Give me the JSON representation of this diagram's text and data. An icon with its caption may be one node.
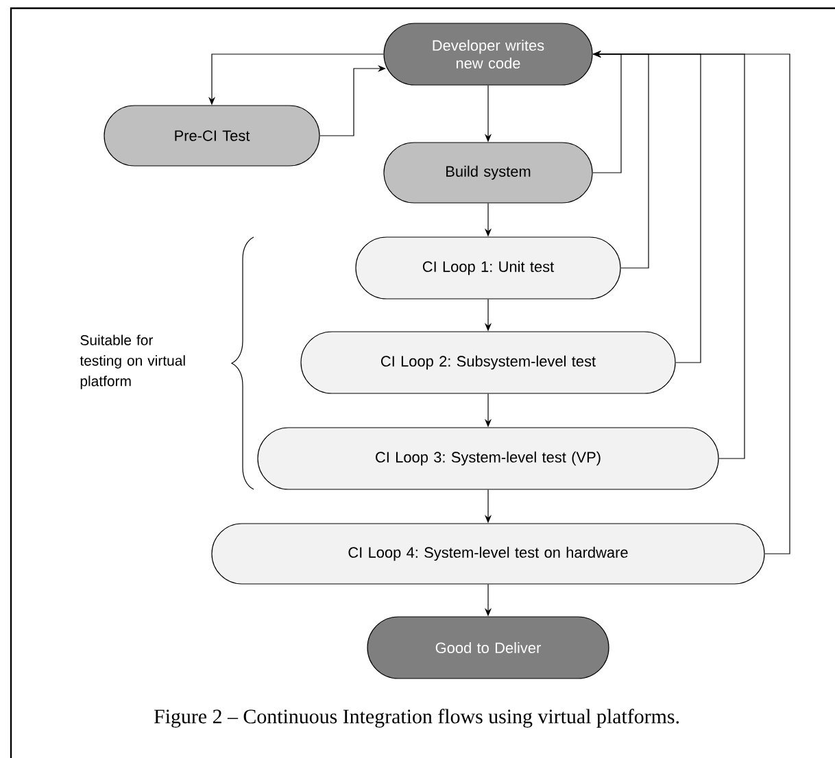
{
  "diagram": {
    "caption": "Figure 2 – Continuous Integration flows using virtual platforms.",
    "nodes": [
      {
        "text": [
          "Developer writes new code"
        ]
      },
      {
        "text": [
          "Pre-CI Test"
        ]
      },
      {
        "text": [
          "Build system"
        ]
      },
      {
        "text": [
          "CI Loop 1: Unit test"
        ]
      },
      {
        "text": [
          "CI Loop 2: Subsystem-level test"
        ]
      },
      {
        "text": [
          "CI Loop 3: System-level test (VP)"
        ]
      },
      {
        "text": [
          "CI Loop 4: System-level test on hardware"
        ]
      },
      {
        "text": [
          "Good to Deliver"
        ]
      }
    ],
    "edges": [
      {
        "from": 0,
        "to": 1,
        "arrow": "to"
      },
      {
        "from": 1,
        "to": 0,
        "arrow": "to"
      },
      {
        "from": 0,
        "to": 2,
        "arrow": "to"
      },
      {
        "from": 2,
        "to": 3,
        "arrow": "to"
      },
      {
        "from": 3,
        "to": 4,
        "arrow": "to"
      },
      {
        "from": 4,
        "to": 5,
        "arrow": "to"
      },
      {
        "from": 5,
        "to": 6,
        "arrow": "to"
      },
      {
        "from": 6,
        "to": 7,
        "arrow": "to"
      },
      {
        "from": 2,
        "to": 0,
        "arrow": "to"
      },
      {
        "from": 3,
        "to": 0,
        "arrow": "to"
      },
      {
        "from": 4,
        "to": 0,
        "arrow": "to"
      },
      {
        "from": 5,
        "to": 0,
        "arrow": "to"
      },
      {
        "from": 6,
        "to": 0,
        "arrow": "to"
      }
    ],
    "labels": [
      "Suitable for testing on virtual platform"
    ]
  }
}
